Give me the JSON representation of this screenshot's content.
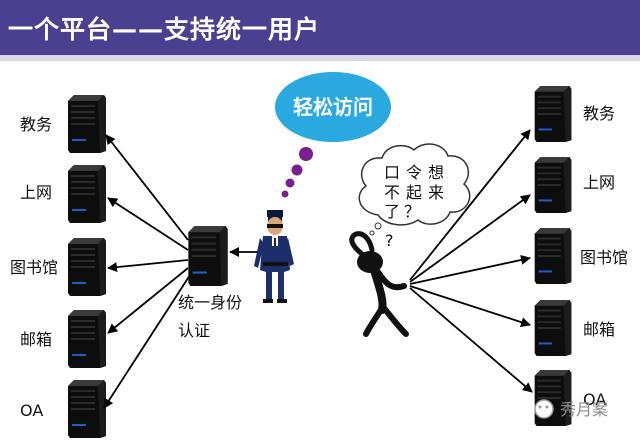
{
  "header": {
    "title": "一个平台——支持统一用户"
  },
  "left_servers": [
    "教务",
    "上网",
    "图书馆",
    "邮箱",
    "OA"
  ],
  "right_servers": [
    "教务",
    "上网",
    "图书馆",
    "邮箱",
    "OA"
  ],
  "center": {
    "auth_label_line1": "统一身份",
    "auth_label_line2": "认证"
  },
  "bubble": {
    "text": "轻松访问",
    "color": "#2aa9e0"
  },
  "thought": {
    "line1": "口令想",
    "line2": "不起来",
    "line3": "了？",
    "question_mark": "?"
  },
  "watermark": {
    "text": "秀月案"
  },
  "colors": {
    "title_bg": "#4b3f8f",
    "thought_dots": "#7a1f8f"
  }
}
